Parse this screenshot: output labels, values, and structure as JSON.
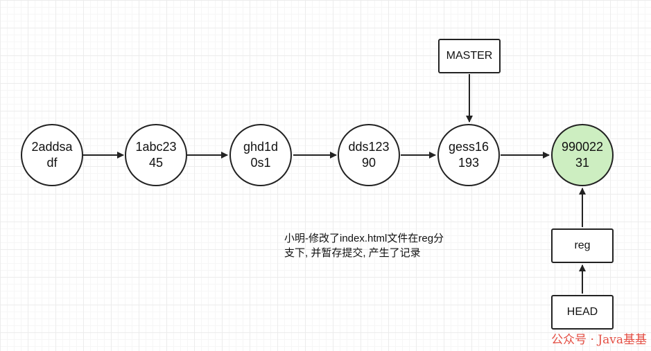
{
  "commits": [
    {
      "line1": "2addsa",
      "line2": "df"
    },
    {
      "line1": "1abc23",
      "line2": "45"
    },
    {
      "line1": "ghd1d",
      "line2": "0s1"
    },
    {
      "line1": "dds123",
      "line2": "90"
    },
    {
      "line1": "gess16",
      "line2": "193"
    },
    {
      "line1": "990022",
      "line2": "31"
    }
  ],
  "refs": {
    "master": "MASTER",
    "reg": "reg",
    "head": "HEAD"
  },
  "note": {
    "line1": "小明-修改了index.html文件在reg分",
    "line2": "支下, 并暂存提交, 产生了记录"
  },
  "watermark": "公众号 · Java基基",
  "colors": {
    "current_commit_fill": "#cdeec1",
    "stroke": "#222222"
  }
}
